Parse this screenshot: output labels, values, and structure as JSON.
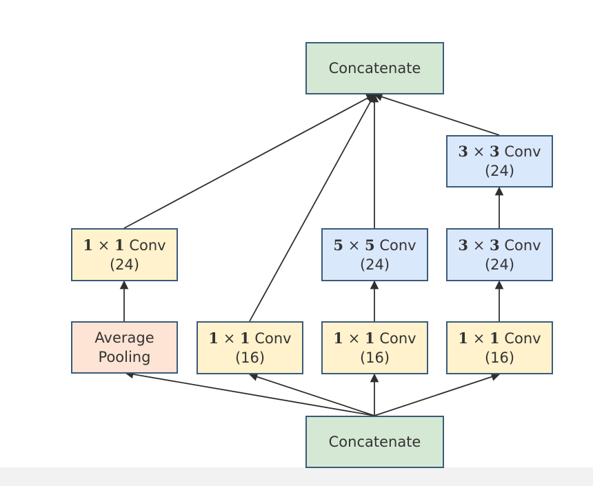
{
  "colors": {
    "concat": "#d5e8d4",
    "conv1x1": "#fff2cc",
    "convLarge": "#dae8fc",
    "pool": "#fde4d4",
    "border": "#3a5a78",
    "arrow": "#2f2f2f"
  },
  "nodes": {
    "concat_top": {
      "label": "Concatenate"
    },
    "conv3x3_b": {
      "k1": "3",
      "times": "×",
      "k2": "3",
      "op": "Conv",
      "channels": "(24)"
    },
    "pool_conv": {
      "k1": "1",
      "times": "×",
      "k2": "1",
      "op": "Conv",
      "channels": "(24)"
    },
    "conv5x5": {
      "k1": "5",
      "times": "×",
      "k2": "5",
      "op": "Conv",
      "channels": "(24)"
    },
    "conv3x3_a": {
      "k1": "3",
      "times": "×",
      "k2": "3",
      "op": "Conv",
      "channels": "(24)"
    },
    "avg_pool": {
      "line1": "Average",
      "line2": "Pooling"
    },
    "conv1x1_b1": {
      "k1": "1",
      "times": "×",
      "k2": "1",
      "op": "Conv",
      "channels": "(16)"
    },
    "conv1x1_b2": {
      "k1": "1",
      "times": "×",
      "k2": "1",
      "op": "Conv",
      "channels": "(16)"
    },
    "conv1x1_b3": {
      "k1": "1",
      "times": "×",
      "k2": "1",
      "op": "Conv",
      "channels": "(16)"
    },
    "concat_bottom": {
      "label": "Concatenate"
    }
  }
}
